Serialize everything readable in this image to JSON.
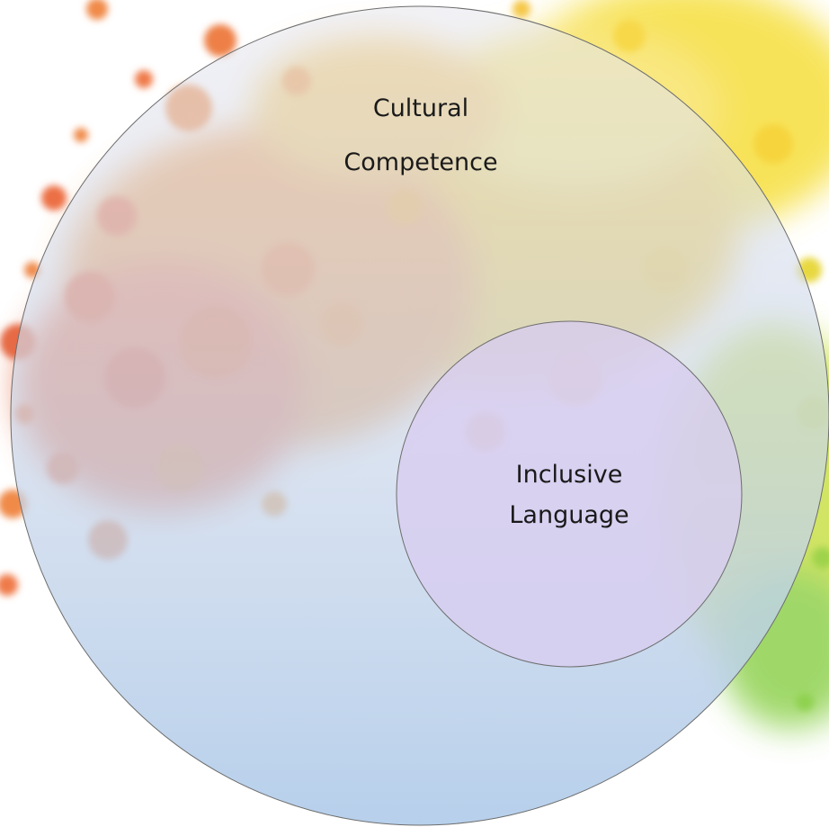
{
  "diagram": {
    "outer_circle": {
      "label_lines": [
        "Cultural",
        "Competence"
      ]
    },
    "inner_circle": {
      "label_lines": [
        "Inclusive",
        "Language"
      ]
    }
  },
  "colors": {
    "outer_fill_top": "#e6e6ee",
    "outer_fill_bottom": "#b3cdea",
    "inner_fill": "#d8cdf0",
    "stroke": "#6d6d6d",
    "splash_orange": "#f08a4a",
    "splash_yellow": "#f6df3c",
    "splash_green": "#8fd14f",
    "splash_red": "#e85a4a"
  },
  "background": {
    "style": "paint splatter"
  }
}
